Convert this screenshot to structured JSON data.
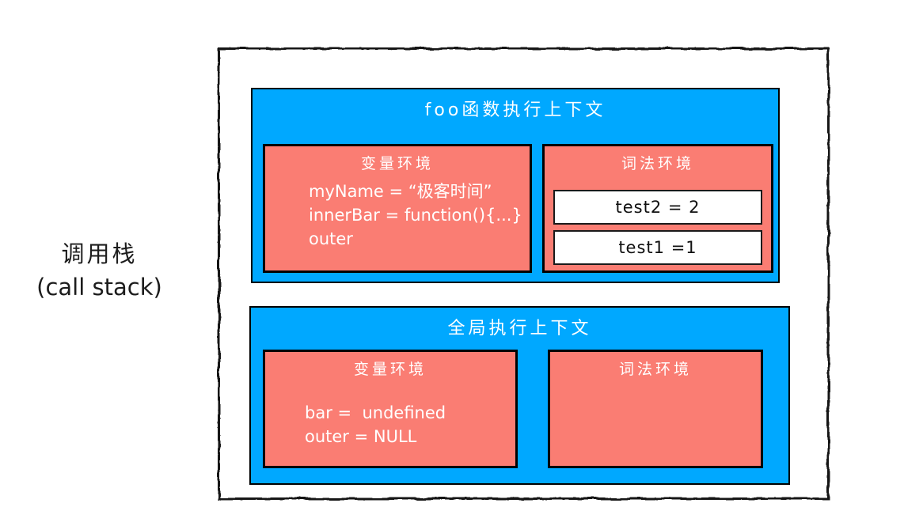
{
  "colors": {
    "context_blue": "#00A8FF",
    "environment_salmon": "#FA7D73",
    "slot_white": "#ffffff",
    "frame_black": "#141414",
    "text_white": "#ffffff",
    "text_black": "#101010"
  },
  "side_label": {
    "line1": "调用栈",
    "line2": "(call stack)"
  },
  "foo_context": {
    "title": "foo函数执行上下文",
    "variable_env": {
      "title": "变量环境",
      "lines": [
        "myName = “极客时间”",
        "innerBar = function(){...}",
        "outer"
      ]
    },
    "lexical_env": {
      "title": "词法环境",
      "slots": [
        "test2 = 2",
        "test1 =1"
      ]
    }
  },
  "global_context": {
    "title": "全局执行上下文",
    "variable_env": {
      "title": "变量环境",
      "lines": [
        "bar =  undefined",
        "outer = NULL"
      ]
    },
    "lexical_env": {
      "title": "词法环境",
      "slots": []
    }
  }
}
